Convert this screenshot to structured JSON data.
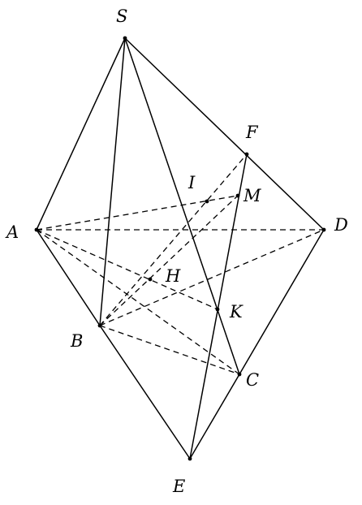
{
  "figure": {
    "points": [
      {
        "id": "S",
        "label": "S"
      },
      {
        "id": "A",
        "label": "A"
      },
      {
        "id": "B",
        "label": "B"
      },
      {
        "id": "C",
        "label": "C"
      },
      {
        "id": "D",
        "label": "D"
      },
      {
        "id": "E",
        "label": "E"
      },
      {
        "id": "F",
        "label": "F"
      },
      {
        "id": "I",
        "label": "I"
      },
      {
        "id": "M",
        "label": "M"
      },
      {
        "id": "H",
        "label": "H"
      },
      {
        "id": "K",
        "label": "K"
      }
    ],
    "solid_segments": [
      [
        "S",
        "A"
      ],
      [
        "S",
        "B"
      ],
      [
        "S",
        "C"
      ],
      [
        "S",
        "D"
      ],
      [
        "A",
        "B"
      ],
      [
        "B",
        "E"
      ],
      [
        "E",
        "C"
      ],
      [
        "C",
        "D"
      ],
      [
        "E",
        "F"
      ]
    ],
    "dashed_segments": [
      [
        "A",
        "D"
      ],
      [
        "A",
        "M"
      ],
      [
        "A",
        "K"
      ],
      [
        "A",
        "C"
      ],
      [
        "B",
        "F"
      ],
      [
        "B",
        "M"
      ],
      [
        "B",
        "D"
      ],
      [
        "B",
        "C"
      ]
    ]
  }
}
